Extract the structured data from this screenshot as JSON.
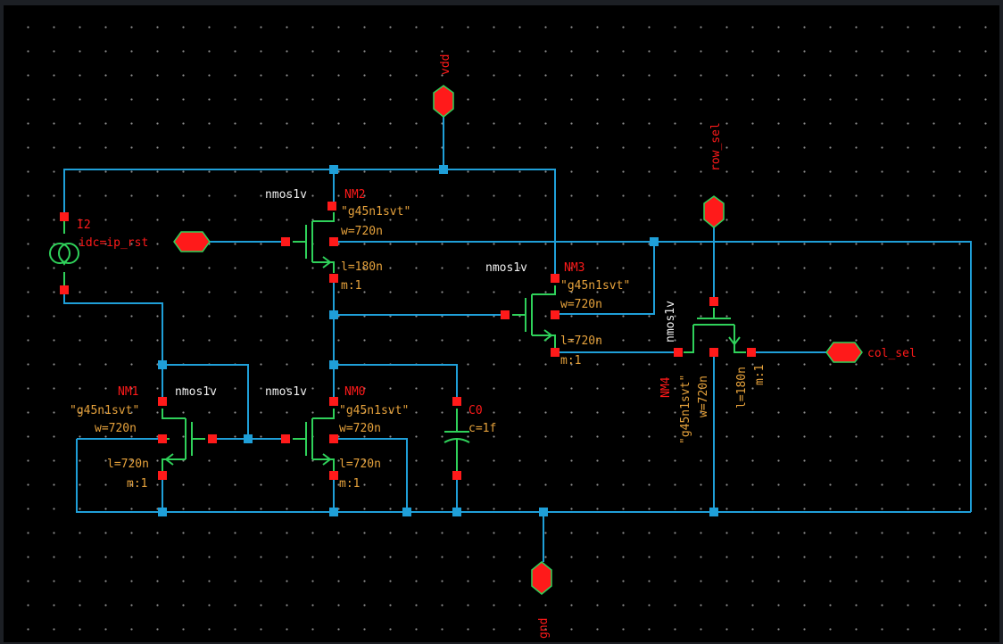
{
  "pins": {
    "vdd": "vdd",
    "gnd": "gnd",
    "row_sel": "row_sel",
    "col_sel": "col_sel",
    "ip_rst": "idc=ip_rst"
  },
  "devices": {
    "nm2": {
      "name": "NM2",
      "type": "nmos1v",
      "model": "\"g45n1svt\"",
      "w": "w=720n",
      "l": "l=180n",
      "m": "m:1"
    },
    "nm3": {
      "name": "NM3",
      "type": "nmos1v",
      "model": "\"g45n1svt\"",
      "w": "w=720n",
      "l": "l=720n",
      "m": "m:1"
    },
    "nm1": {
      "name": "NM1",
      "type": "nmos1v",
      "model": "\"g45n1svt\"",
      "w": "w=720n",
      "l": "l=720n",
      "m": "m:1"
    },
    "nm0": {
      "name": "NM0",
      "type": "nmos1v",
      "model": "\"g45n1svt\"",
      "w": "w=720n",
      "l": "l=720n",
      "m": "m:1"
    },
    "nm4": {
      "name": "NM4",
      "type": "nmos1v",
      "model": "\"g45n1svt\"",
      "w": "w=720n",
      "l": "l=180n",
      "m": "m:1"
    },
    "i2": {
      "name": "I2"
    },
    "c0": {
      "name": "C0",
      "value": "c=1f"
    }
  },
  "colors": {
    "background": "#000000",
    "wire": "#1f9fd8",
    "device": "#2fd15a",
    "pin": "#ff1a1a",
    "property": "#e6a23c",
    "instance": "#ff1a1a",
    "cell": "#f0f0f0"
  }
}
